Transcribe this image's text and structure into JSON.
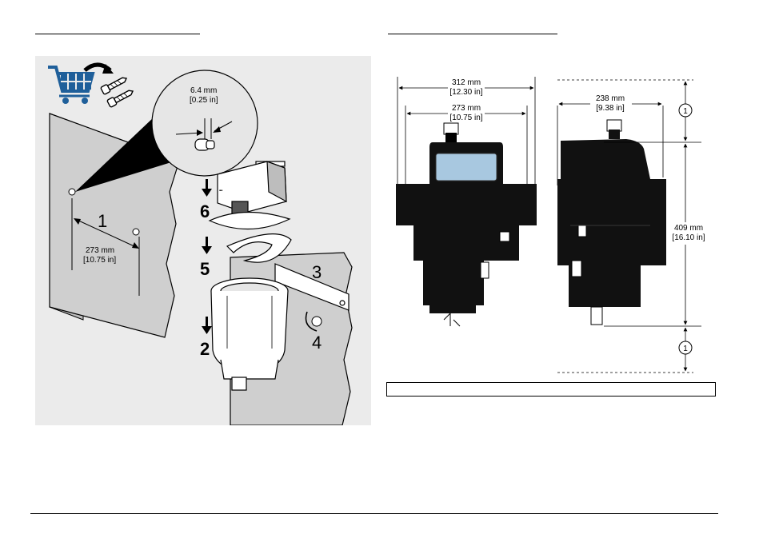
{
  "mounting_figure": {
    "clearance_mm": "6.4 mm",
    "clearance_in": "[0.25 in]",
    "spacing_mm": "273 mm",
    "spacing_in": "[10.75 in]",
    "steps": [
      "1",
      "2",
      "3",
      "4",
      "5",
      "6"
    ]
  },
  "dimensions_figure": {
    "width_outer_mm": "312 mm",
    "width_outer_in": "[12.30 in]",
    "width_inner_mm": "273 mm",
    "width_inner_in": "[10.75 in]",
    "depth_mm": "238 mm",
    "depth_in": "[9.38 in]",
    "height_mm": "409 mm",
    "height_in": "[16.10 in]",
    "clearance_callout": "1"
  },
  "colors": {
    "ink": "#000000",
    "panel_bg": "#ebebeb",
    "wall": "#cccccc",
    "window": "#a8c8e0"
  },
  "icons": [
    "shopping-cart-icon",
    "screw-icon",
    "down-arrow-icon",
    "rotate-arrow-icon"
  ]
}
